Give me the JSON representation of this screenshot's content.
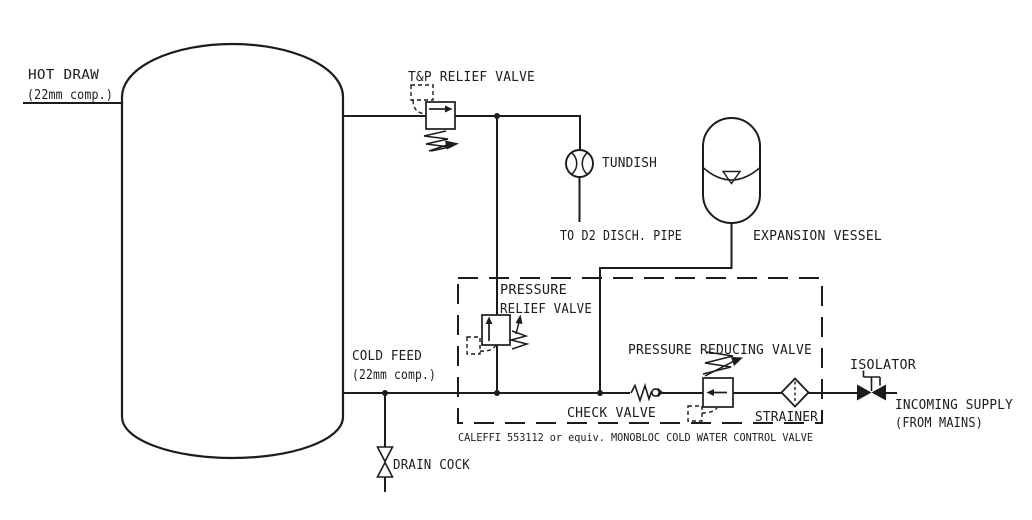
{
  "diagram": {
    "title_implicit": "Unvented hot water cylinder cold water control schematic",
    "colors": {
      "line": "#1c1c1c",
      "background": "#ffffff"
    },
    "labels": {
      "hot_draw": "HOT DRAW",
      "hot_draw_size": "(22mm comp.)",
      "tp_relief_valve": "T&P RELIEF VALVE",
      "tundish": "TUNDISH",
      "discharge_pipe": "TO D2 DISCH. PIPE",
      "expansion_vessel": "EXPANSION VESSEL",
      "pressure_relief_line1": "PRESSURE",
      "pressure_relief_line2": "RELIEF VALVE",
      "cold_feed": "COLD FEED",
      "cold_feed_size": "(22mm comp.)",
      "check_valve": "CHECK VALVE",
      "pressure_reducing_valve": "PRESSURE REDUCING VALVE",
      "strainer": "STRAINER",
      "isolator": "ISOLATOR",
      "incoming_supply_line1": "INCOMING SUPPLY",
      "incoming_supply_line2": "(FROM MAINS)",
      "drain_cock": "DRAIN COCK",
      "monobloc_note": "CALEFFI 553112 or equiv. MONOBLOC COLD WATER CONTROL VALVE"
    },
    "components": [
      {
        "name": "storage-cylinder",
        "symbol": "domed-vessel"
      },
      {
        "name": "tp-relief-valve",
        "symbol": "spring-relief-valve"
      },
      {
        "name": "tundish",
        "symbol": "air-gap-circle"
      },
      {
        "name": "expansion-vessel",
        "symbol": "bladder-capsule"
      },
      {
        "name": "pressure-relief-valve",
        "symbol": "spring-relief-valve"
      },
      {
        "name": "check-valve",
        "symbol": "spring-check"
      },
      {
        "name": "pressure-reducing-valve",
        "symbol": "spring-prv"
      },
      {
        "name": "strainer",
        "symbol": "diamond-strainer"
      },
      {
        "name": "isolator",
        "symbol": "handled-valve"
      },
      {
        "name": "drain-cock",
        "symbol": "hourglass-valve"
      }
    ]
  }
}
